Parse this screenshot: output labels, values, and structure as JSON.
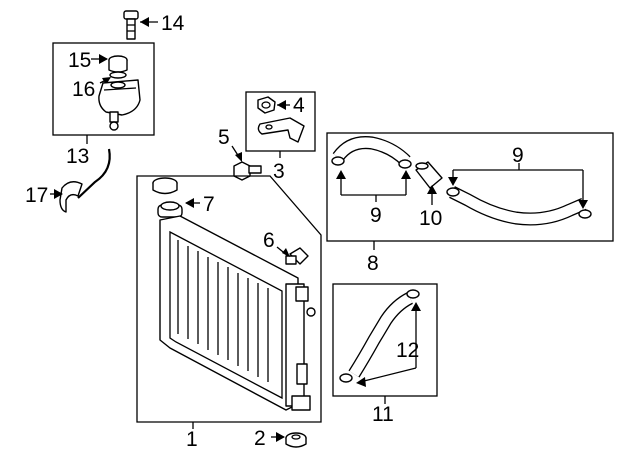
{
  "callouts": {
    "c1": "1",
    "c2": "2",
    "c3": "3",
    "c4": "4",
    "c5": "5",
    "c6": "6",
    "c7": "7",
    "c8": "8",
    "c9a": "9",
    "c9b": "9",
    "c10": "10",
    "c11": "11",
    "c12": "12",
    "c13": "13",
    "c14": "14",
    "c15": "15",
    "c16": "16",
    "c17": "17"
  }
}
